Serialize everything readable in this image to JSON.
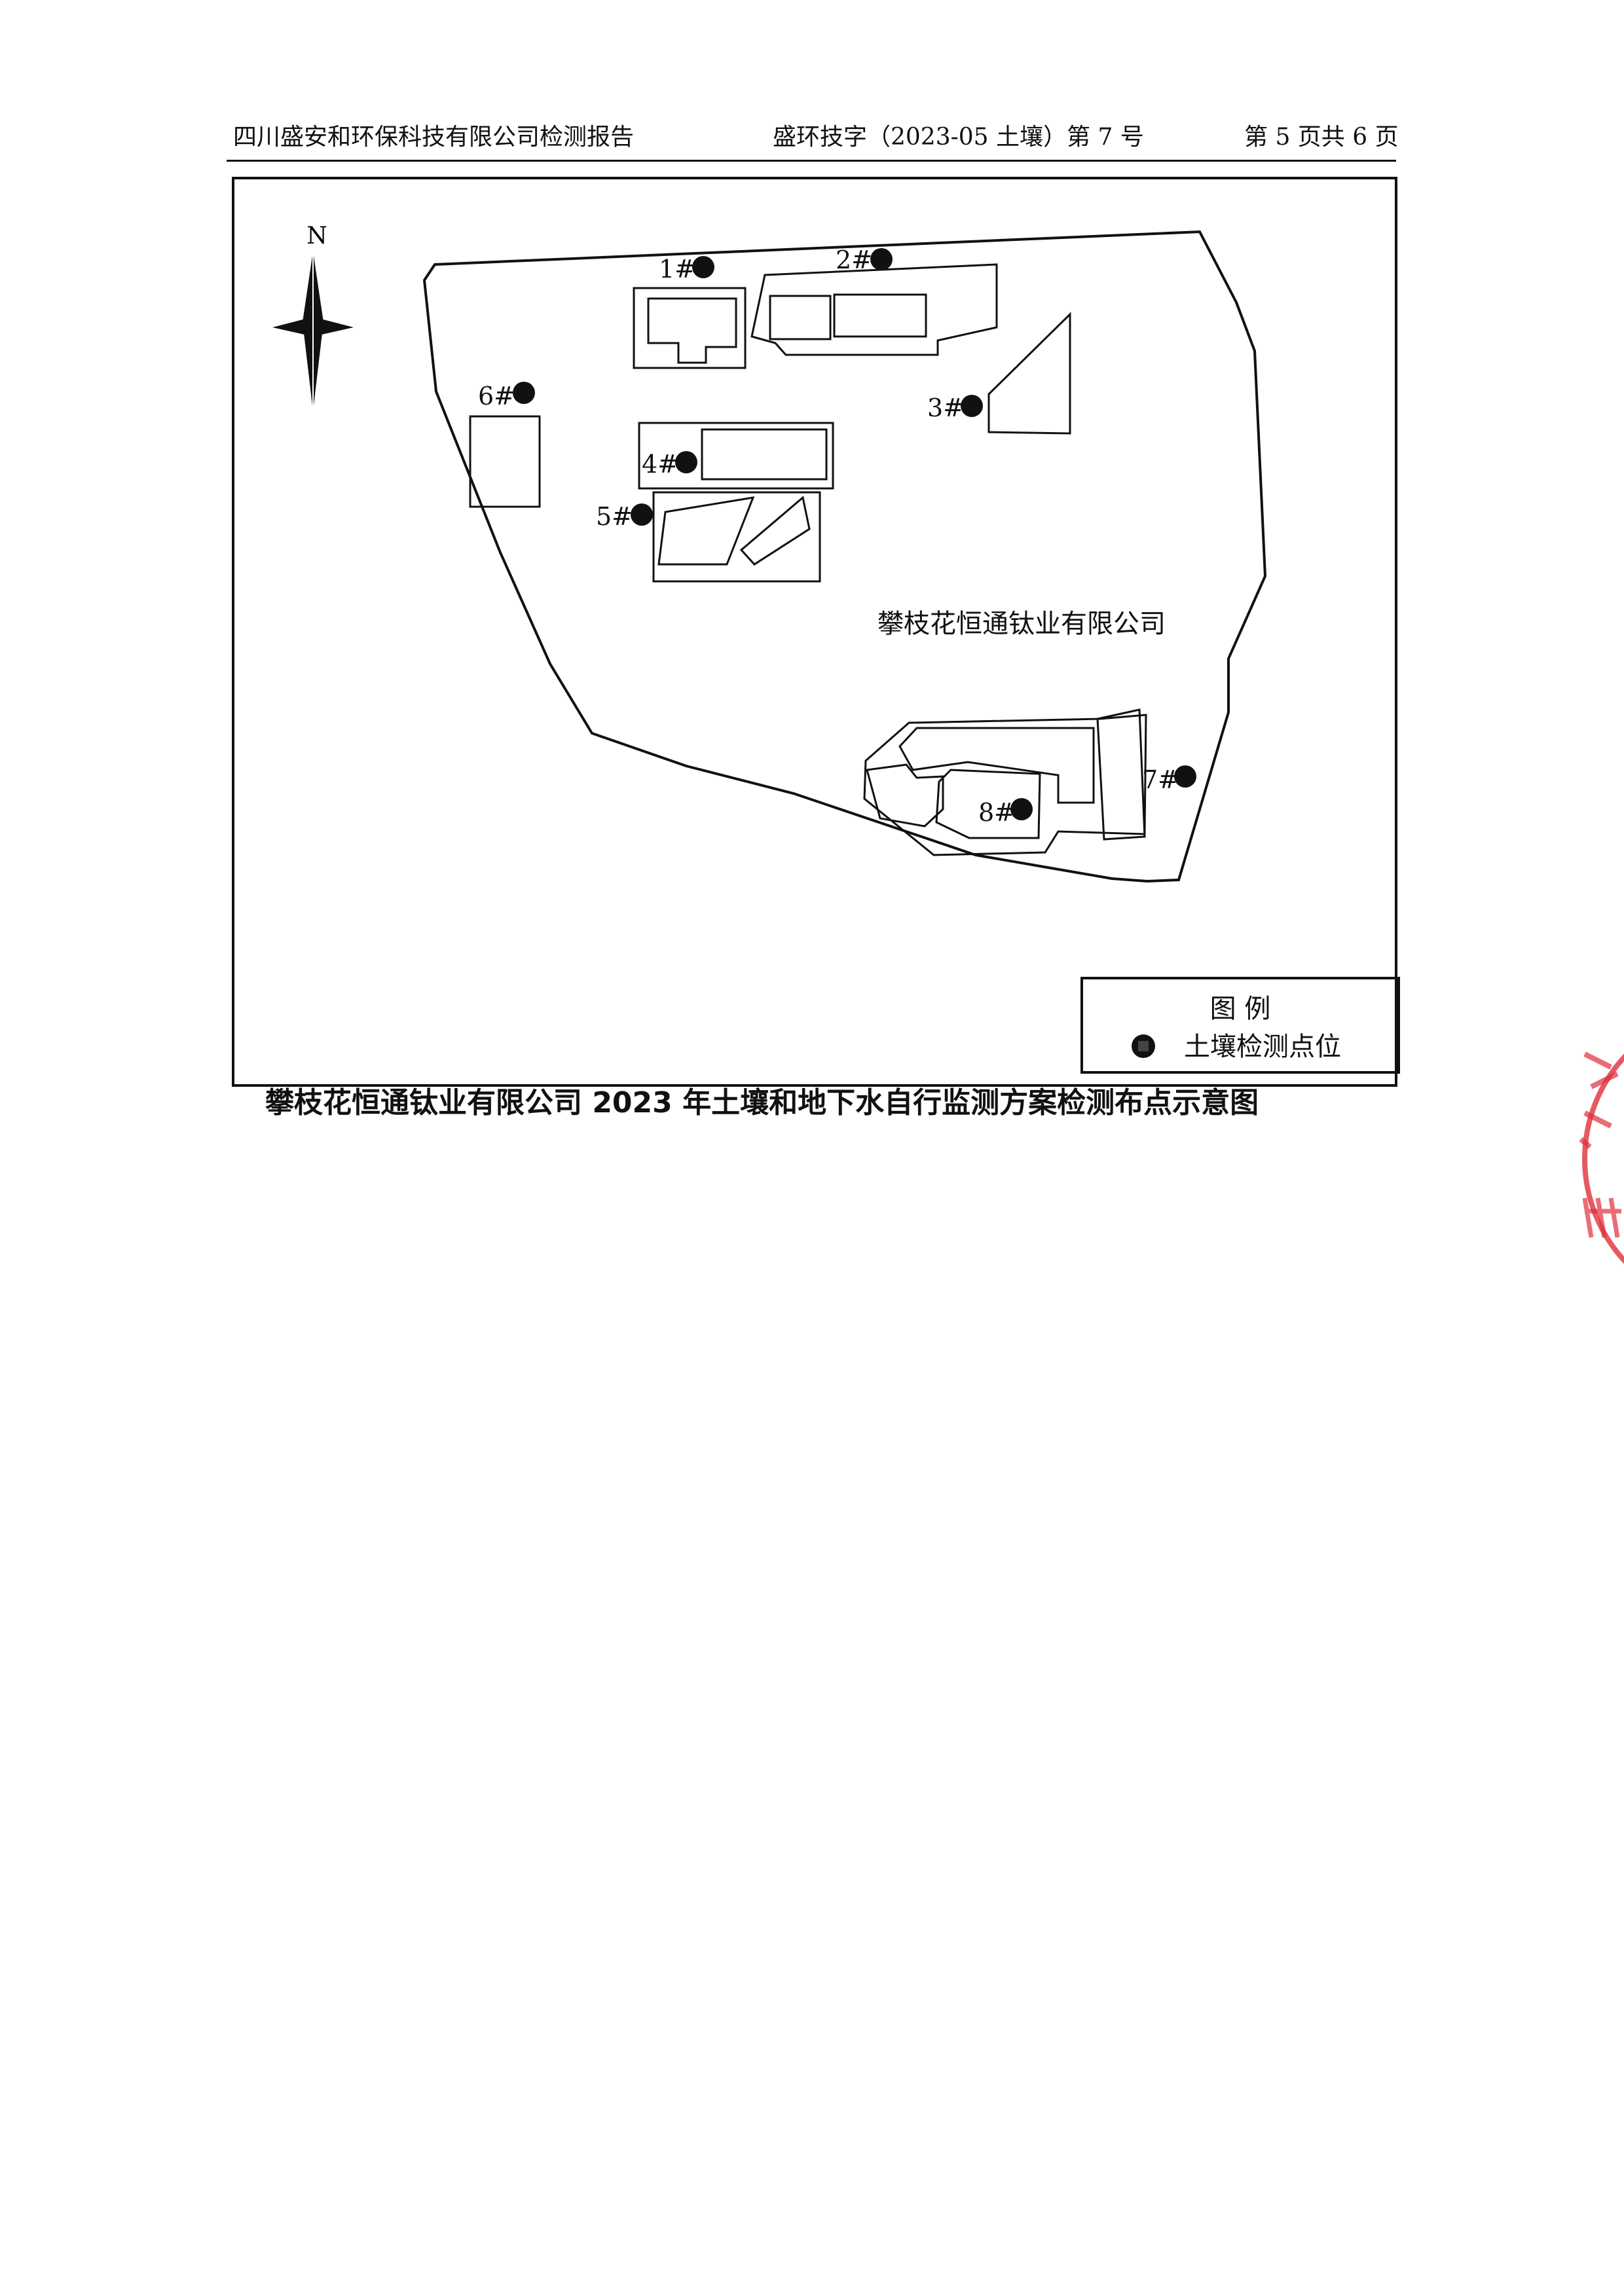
{
  "header": {
    "left": "四川盛安和环保科技有限公司检测报告",
    "middle": "盛环技字（2023-05 土壤）第 7 号",
    "right": "第 5 页共 6 页"
  },
  "map": {
    "compass_label": "N",
    "company_label": "攀枝花恒通钛业有限公司",
    "points": [
      {
        "id": "p1",
        "label": "1#"
      },
      {
        "id": "p2",
        "label": "2#"
      },
      {
        "id": "p3",
        "label": "3#"
      },
      {
        "id": "p4",
        "label": "4#"
      },
      {
        "id": "p5",
        "label": "5#"
      },
      {
        "id": "p6",
        "label": "6#"
      },
      {
        "id": "p7",
        "label": "7#"
      },
      {
        "id": "p8",
        "label": "8#"
      }
    ],
    "legend": {
      "title": "图 例",
      "item": "土壤检测点位"
    }
  },
  "figure_title": "攀枝花恒通钛业有限公司 2023 年土壤和地下水自行监测方案检测布点示意图",
  "colors": {
    "ink": "#111111",
    "stamp": "#e0303a"
  }
}
